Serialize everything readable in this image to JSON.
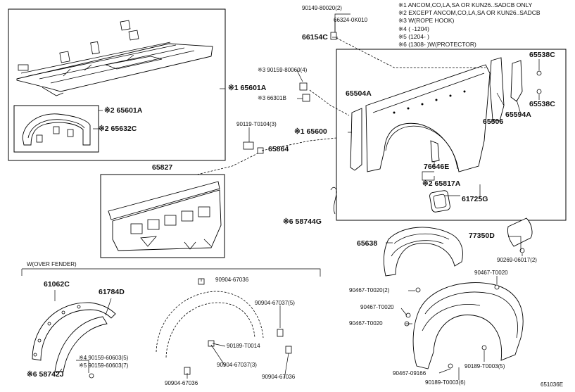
{
  "notes": [
    "※1 ANCOM,CO,LA,SA OR KUN26..SADCB ONLY",
    "※2 EXCEPT ANCOM,CO,LA,SA OR KUN26..SADCB",
    "※3 W(ROPE HOOK)",
    "※4 (      -1204)",
    "※5 (1204-      )",
    "※6 (1308-      )W(PROTECTOR)"
  ],
  "group_label": "W(OVER FENDER)",
  "figure_id": "651036E",
  "labels": {
    "p90149": "90149-80020(2)",
    "p66324": "66324-0K010",
    "p66154": "66154C",
    "p65538c_top": "65538C",
    "p65538c_bot": "65538C",
    "p90159_80060": "※3 90159-80060(4)",
    "p66301": "※3 66301B",
    "p65504": "65504A",
    "p65506": "65506",
    "p65594": "65594A",
    "p65601": "※1 65601A",
    "p65601_sub": "※2 65601A",
    "p65632": "※2 65632C",
    "p90119": "90119-T0104(3)",
    "p65600": "※1 65600",
    "p65864": "65864",
    "p65827": "65827",
    "p76646": "76646E",
    "p65817": "※2 65817A",
    "p61725": "61725G",
    "p58744": "※6 58744G",
    "p65638": "65638",
    "p77350": "77350D",
    "p90269": "90269-06017(2)",
    "p61062": "61062C",
    "p61784": "61784D",
    "p90904_top": "90904-67036",
    "p90904_37_5": "90904-67037(5)",
    "p90189_14": "90189-T0014",
    "p90904_37_3": "90904-67037(3)",
    "p90904_bl": "90904-67036",
    "p90904_br": "90904-67036",
    "p90159_60603_5": "※4 90159-60603(5)",
    "p90159_60603_7": "※5 90159-60603(7)",
    "p58742": "※6 58742J",
    "p90467_t0020_top": "90467-T0020",
    "p90467_t0020_2": "90467-T0020(2)",
    "p90467_t0020_a": "90467-T0020",
    "p90467_t0020_b": "90467-T0020",
    "p90467_09166": "90467-09166",
    "p90189_t0003_5": "90189-T0003(5)",
    "p90189_t0003_6": "90189-T0003(6)"
  }
}
